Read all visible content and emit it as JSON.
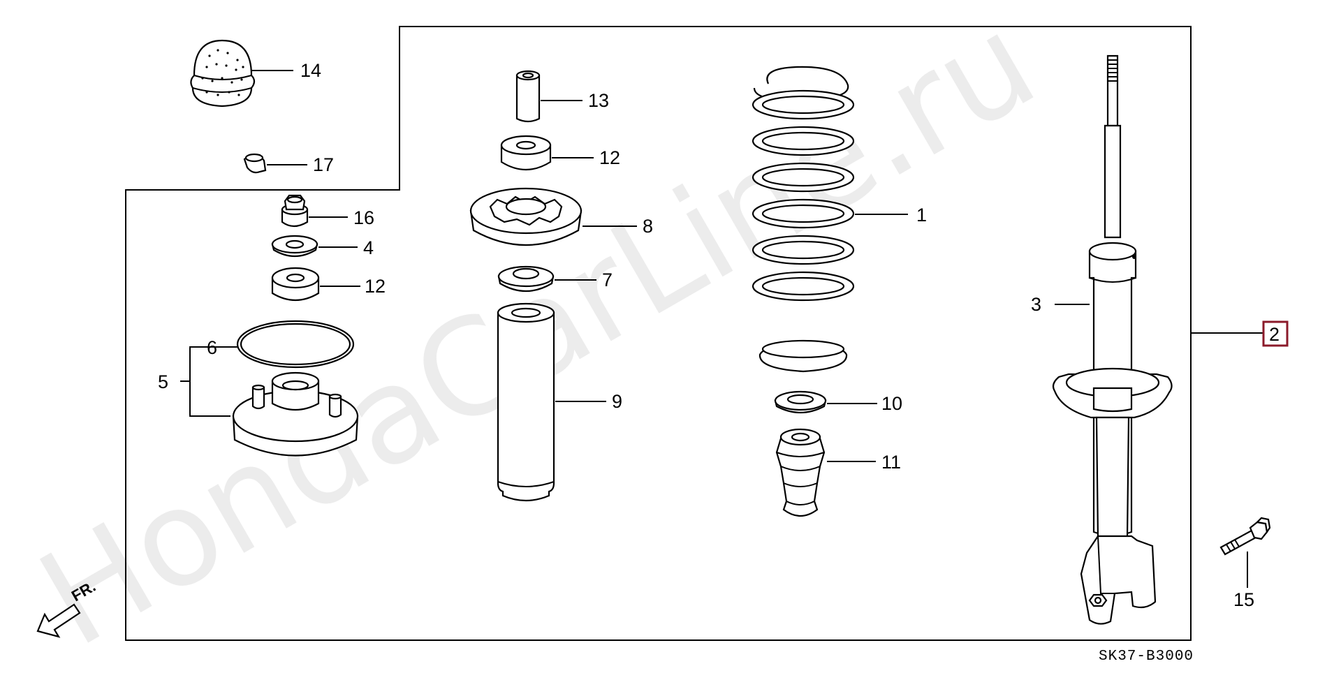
{
  "watermark": "HondaCarLine.ru",
  "diagram_code": "SK37-B3000",
  "direction_label": "FR.",
  "highlight_color": "#8b1a2a",
  "callouts": {
    "c1": "1",
    "c2": "2",
    "c3": "3",
    "c4": "4",
    "c5": "5",
    "c6": "6",
    "c7": "7",
    "c8": "8",
    "c9": "9",
    "c10": "10",
    "c11": "11",
    "c12a": "12",
    "c12b": "12",
    "c13": "13",
    "c14": "14",
    "c15": "15",
    "c16": "16",
    "c17": "17"
  }
}
